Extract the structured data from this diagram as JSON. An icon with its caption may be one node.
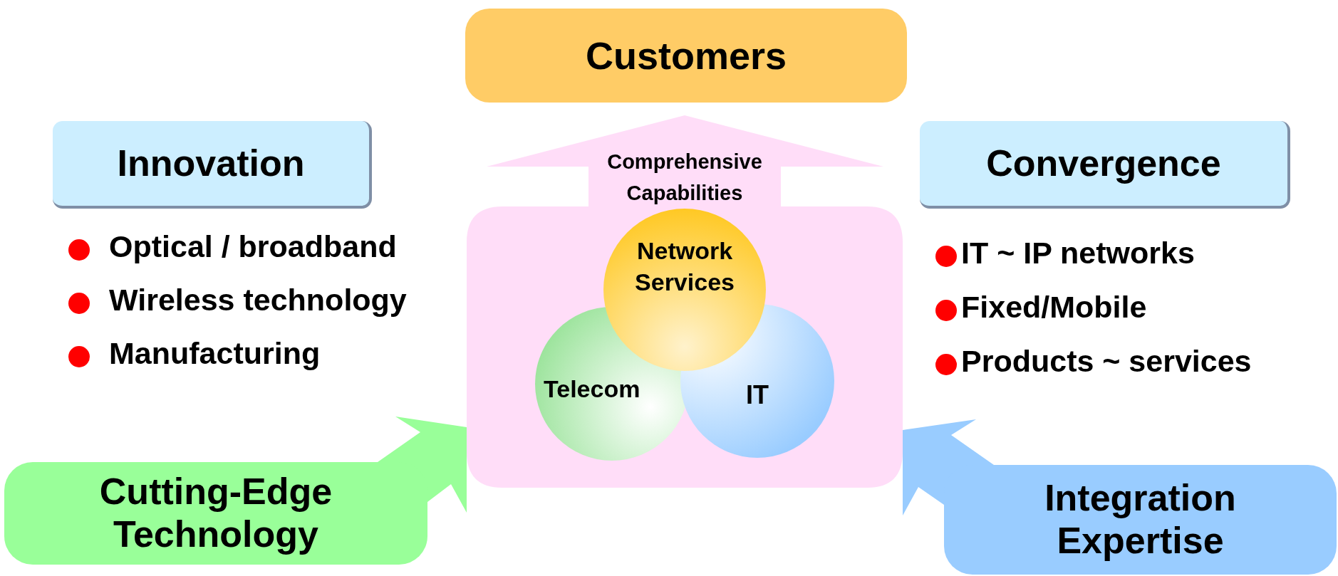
{
  "diagram": {
    "nodes": [
      {
        "text": [
          "Customers"
        ]
      },
      {
        "text": [
          "Innovation"
        ],
        "beside": [
          "Optical / broadband",
          "Wireless technology",
          "Manufacturing"
        ]
      },
      {
        "text": [
          "Convergence"
        ],
        "beside": [
          "IT ~ IP networks",
          "Fixed/Mobile",
          "Products ~ services"
        ]
      },
      {
        "text": [
          "Comprehensive Capabilities"
        ]
      },
      {
        "text": [
          "Network Services"
        ],
        "in": 3
      },
      {
        "text": [
          "Telecom"
        ],
        "in": 3
      },
      {
        "text": [
          "IT"
        ],
        "in": 3
      },
      {
        "text": [
          "Cutting-Edge Technology"
        ]
      },
      {
        "text": [
          "Integration Expertise"
        ]
      }
    ],
    "edges": [
      {
        "from": 7,
        "to": 3,
        "arrow": "to",
        "color": "#99ff99"
      },
      {
        "from": 8,
        "to": 3,
        "arrow": "to",
        "color": "#99ccff"
      }
    ]
  }
}
